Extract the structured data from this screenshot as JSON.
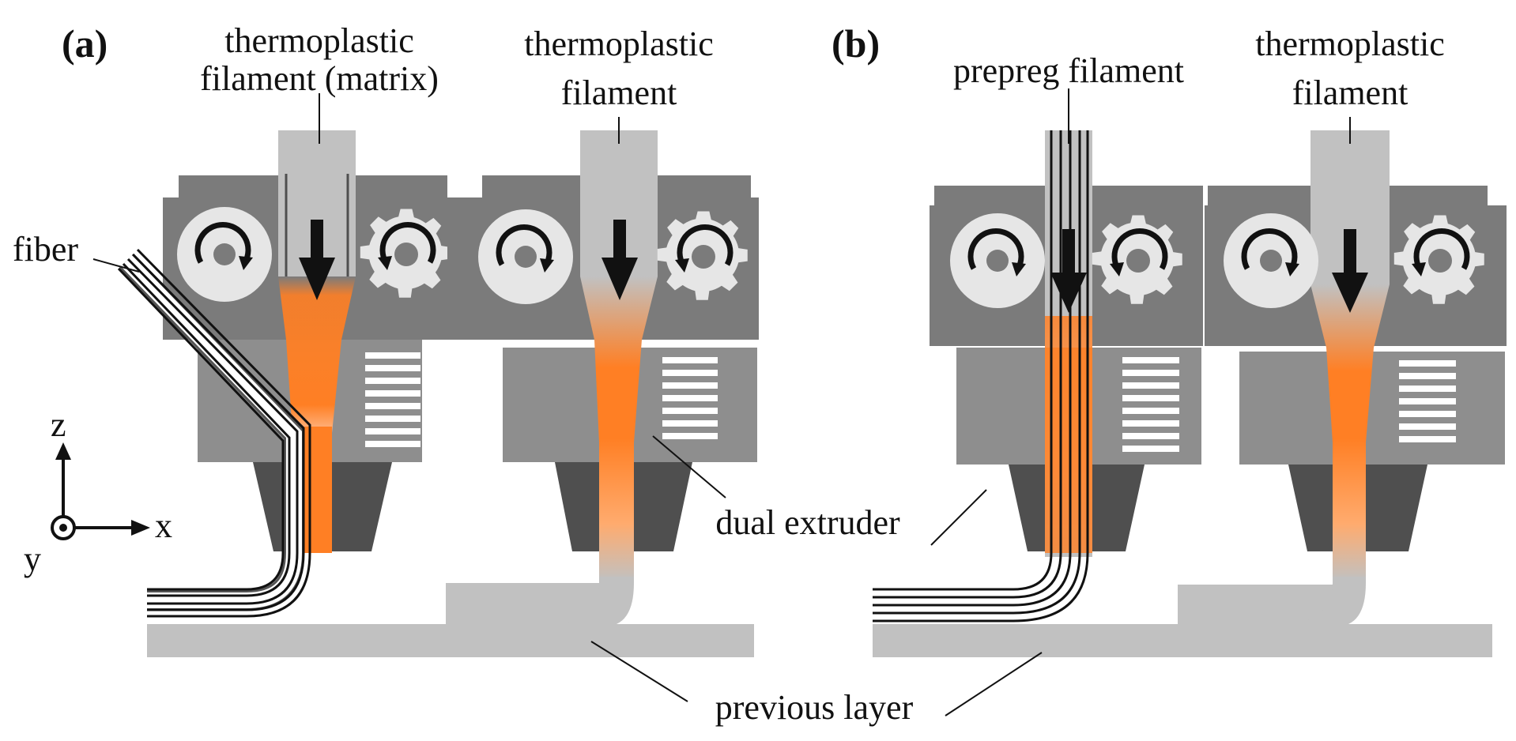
{
  "panels": [
    {
      "label": "(a)"
    },
    {
      "label": "(b)"
    }
  ],
  "labels": {
    "thermo_matrix_line1": "thermoplastic",
    "thermo_matrix_line2": "filament (matrix)",
    "thermo_a2_line1": "thermoplastic",
    "thermo_a2_line2": "filament",
    "prepreg": "prepreg filament",
    "thermo_b2_line1": "thermoplastic",
    "thermo_b2_line2": "filament",
    "fiber": "fiber",
    "dual_extruder": "dual extruder",
    "previous_layer": "previous layer"
  },
  "axes": {
    "z": "z",
    "x": "x",
    "y": "y"
  },
  "colors": {
    "body_dark": "#7b7b7b",
    "body_mid": "#8e8e8e",
    "nozzle": "#4f4f4f",
    "filament": "#c1c1c1",
    "melt": "#ff7f24",
    "wheel": "#e6e6e6",
    "fiber": "#111111"
  }
}
